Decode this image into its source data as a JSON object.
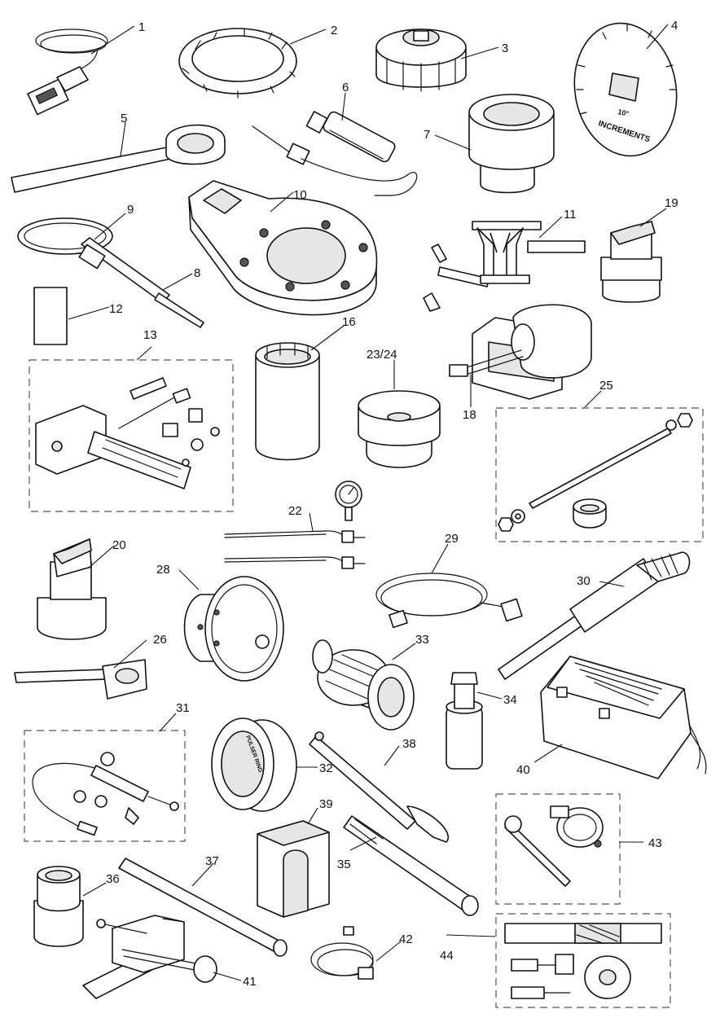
{
  "callouts": {
    "c1": "1",
    "c2": "2",
    "c3": "3",
    "c4": "4",
    "c5": "5",
    "c6": "6",
    "c7": "7",
    "c8": "8",
    "c9": "9",
    "c10": "10",
    "c11": "11",
    "c12": "12",
    "c13": "13",
    "c16": "16",
    "c18": "18",
    "c19": "19",
    "c20": "20",
    "c22": "22",
    "c23_24": "23/24",
    "c25": "25",
    "c26": "26",
    "c28": "28",
    "c29": "29",
    "c30": "30",
    "c31": "31",
    "c32": "32",
    "c33": "33",
    "c34": "34",
    "c35": "35",
    "c36": "36",
    "c37": "37",
    "c38": "38",
    "c39": "39",
    "c40": "40",
    "c41": "41",
    "c42": "42",
    "c43": "43",
    "c44": "44"
  },
  "part_markings": {
    "degree_wheel_line1": "10°",
    "degree_wheel_line2": "INCREMENTS",
    "pulser_ring": "PULSER RING"
  },
  "colors": {
    "line": "#111111",
    "background": "#ffffff",
    "kit_box": "#555555"
  }
}
